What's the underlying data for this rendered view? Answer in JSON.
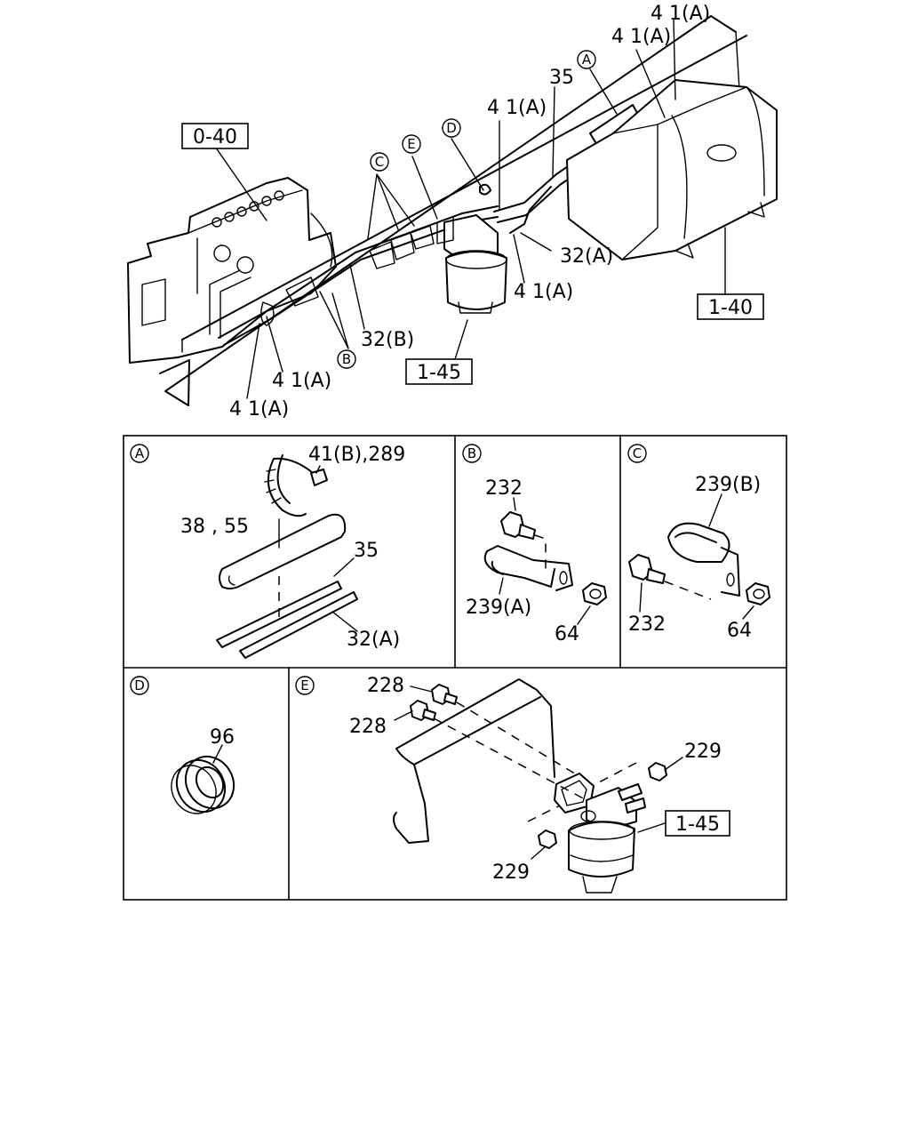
{
  "overview": {
    "ref_engine": "0-40",
    "ref_tank": "1-40",
    "ref_filter": "1-45",
    "lbl_41a_1": "4 1(A)",
    "lbl_41a_2": "4 1(A)",
    "lbl_41a_3": "4 1(A)",
    "lbl_41a_4": "4 1(A)",
    "lbl_41a_5": "4 1(A)",
    "lbl_41a_6": "4 1(A)",
    "lbl_35": "35",
    "lbl_32a": "32(A)",
    "lbl_32b": "32(B)",
    "callout_a": "A",
    "callout_b": "B",
    "callout_c": "C",
    "callout_d": "D",
    "callout_e": "E"
  },
  "panel_a": {
    "callout": "A",
    "lbl_41b_289": "41(B),289",
    "lbl_38_55": "38 , 55",
    "lbl_35": "35",
    "lbl_32a": "32(A)"
  },
  "panel_b": {
    "callout": "B",
    "lbl_232": "232",
    "lbl_239a": "239(A)",
    "lbl_64": "64"
  },
  "panel_c": {
    "callout": "C",
    "lbl_239b": "239(B)",
    "lbl_232": "232",
    "lbl_64": "64"
  },
  "panel_d": {
    "callout": "D",
    "lbl_96": "96"
  },
  "panel_e": {
    "callout": "E",
    "lbl_228_1": "228",
    "lbl_228_2": "228",
    "lbl_229_1": "229",
    "lbl_229_2": "229",
    "ref_filter": "1-45"
  }
}
